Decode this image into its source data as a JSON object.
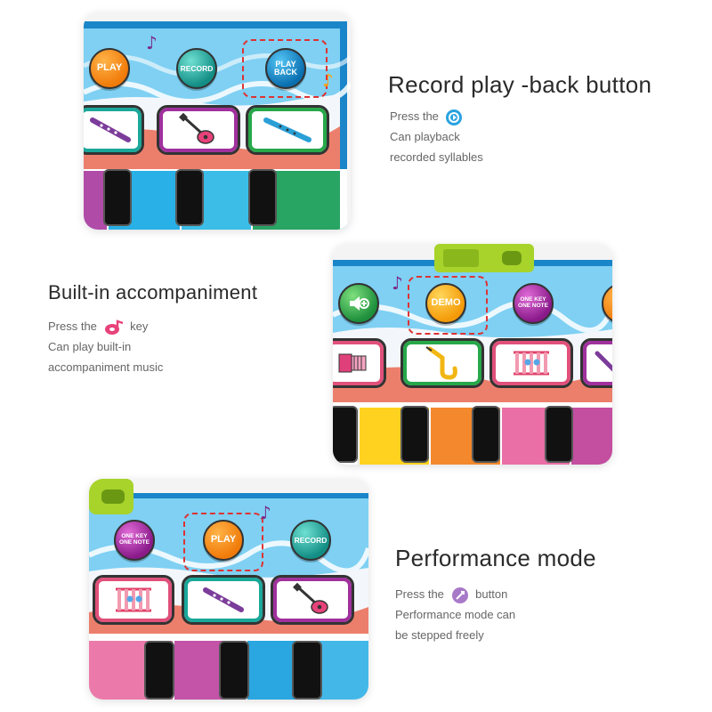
{
  "sections": [
    {
      "title": "Record play -back button",
      "desc_prefix": "Press the",
      "desc_suffix": "",
      "desc_lines": [
        "Can playback",
        "recorded syllables"
      ],
      "icon": "record-playback-icon"
    },
    {
      "title": "Built-in accompaniment",
      "desc_prefix": "Press the",
      "desc_suffix": "key",
      "desc_lines": [
        "Can play built-in",
        "accompaniment music"
      ],
      "icon": "demo-note-icon"
    },
    {
      "title": "Performance mode",
      "desc_prefix": "Press the",
      "desc_suffix": "button",
      "desc_lines": [
        "Performance mode can",
        "be stepped freely"
      ],
      "icon": "performance-mode-icon"
    }
  ],
  "panel1": {
    "buttons": [
      {
        "label_1": "PLAY",
        "label_2": ""
      },
      {
        "label_1": "RECORD",
        "label_2": ""
      },
      {
        "label_1": "PLAY",
        "label_2": "BACK"
      }
    ]
  },
  "panel2": {
    "buttons": [
      {
        "label_1": "",
        "label_2": ""
      },
      {
        "label_1": "DEMO",
        "label_2": ""
      },
      {
        "label_1": "ONE KEY",
        "label_2": "ONE NOTE"
      }
    ]
  },
  "panel3": {
    "buttons": [
      {
        "label_1": "ONE KEY",
        "label_2": "ONE NOTE"
      },
      {
        "label_1": "PLAY",
        "label_2": ""
      },
      {
        "label_1": "RECORD",
        "label_2": ""
      }
    ]
  },
  "colors": {
    "sky": "#7fd0f3",
    "salmon": "#ec7f6c",
    "panel_border": "#1a85c9",
    "dash": "#dd3333",
    "text_title": "#2a2a2a",
    "text_desc": "#666666"
  }
}
